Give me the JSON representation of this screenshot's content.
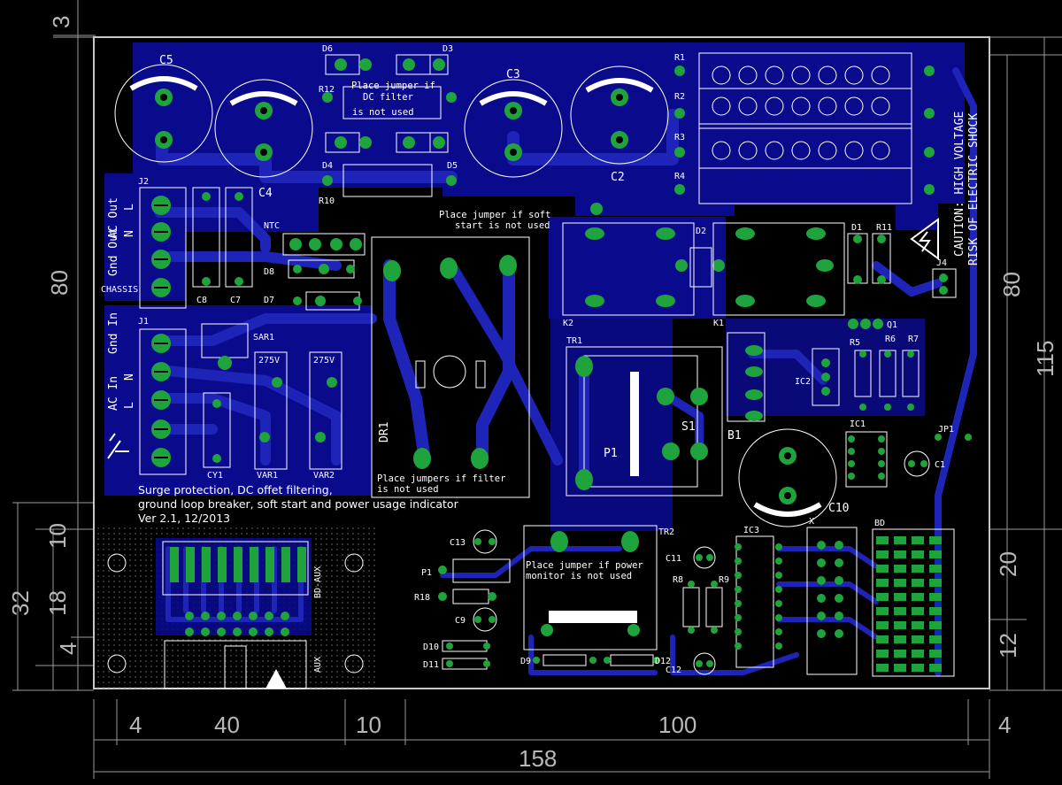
{
  "colors": {
    "background": "#000000",
    "board_outline": "#c8c8c8",
    "copper_fill": "#0a0a8c",
    "trace": "#1f24b8",
    "pad": "#1fa33c",
    "silkscreen": "#ffffff",
    "dimension": "#a0a0a0"
  },
  "dimensions": {
    "top_left": "3",
    "left_upper": "80",
    "right_upper": "80",
    "right_total": "115",
    "left_10": "10",
    "left_32": "32",
    "left_18": "18",
    "left_4": "4",
    "right_20": "20",
    "right_12": "12",
    "bottom_4_left": "4",
    "bottom_40": "40",
    "bottom_10": "10",
    "bottom_100": "100",
    "bottom_4_right": "4",
    "bottom_total": "158"
  },
  "capacitors": {
    "c5": "C5",
    "c4": "C4",
    "c3": "C3",
    "c2": "C2",
    "c10": "C10",
    "c8": "C8",
    "c7": "C7",
    "c13": "C13",
    "c9": "C9",
    "c11": "C11",
    "c12": "C12",
    "c1": "C1",
    "cy1": "CY1"
  },
  "diodes": {
    "d6": "D6",
    "d3": "D3",
    "d4": "D4",
    "d5": "D5",
    "d8": "D8",
    "d7": "D7",
    "d2": "D2",
    "d1": "D1",
    "d10": "D10",
    "d11": "D11",
    "d9": "D9",
    "d12": "D12"
  },
  "resistors": {
    "r12": "R12",
    "r10": "R10",
    "r1": "R1",
    "r2": "R2",
    "r3": "R3",
    "r4": "R4",
    "r11": "R11",
    "r5": "R5",
    "r6": "R6",
    "r7": "R7",
    "r8": "R8",
    "r9": "R9",
    "r18": "R18"
  },
  "connectors": {
    "j2": "J2",
    "j1": "J1",
    "j4": "J4",
    "jp1": "JP1",
    "p1_left": "P1",
    "x": "X",
    "bd": "BD",
    "bd_aux": "BD-AUX",
    "aux": "AUX",
    "chassis": "CHASSIS"
  },
  "j2_labels": {
    "ac_out": "AC Out",
    "n": "N",
    "l": "L",
    "gnd_out": "Gnd Out"
  },
  "j1_labels": {
    "gnd_in": "Gnd In",
    "ac_in": "AC In",
    "n": "N",
    "l": "L"
  },
  "parts": {
    "ntc": "NTC",
    "sar1": "SAR1",
    "var1": "VAR1",
    "var2": "VAR2",
    "v275_1": "275V",
    "v275_2": "275V",
    "dr1": "DR1",
    "k1": "K1",
    "k2": "K2",
    "tr1": "TR1",
    "tr2": "TR2",
    "p1": "P1",
    "s1": "S1",
    "b1": "B1",
    "ic1": "IC1",
    "ic2": "IC2",
    "ic3": "IC3",
    "q1": "Q1"
  },
  "notes": {
    "dc_filter_1": "Place jumper if",
    "dc_filter_2": "DC filter",
    "dc_filter_3": "is not used",
    "soft_start_1": "Place jumper if soft",
    "soft_start_2": "start is not used",
    "filter_jumpers_1": "Place jumpers if filter",
    "filter_jumpers_2": "is not used",
    "power_monitor_1": "Place jumper if power",
    "power_monitor_2": "monitor is not used",
    "caution_1": "CAUTION: HIGH VOLTAGE",
    "caution_2": "RISK OF ELECTRIC SHOCK"
  },
  "caption": {
    "line1": "Surge protection, DC offet filtering,",
    "line2": "ground loop breaker, soft start and power usage indicator",
    "line3": "Ver 2.1, 12/2013"
  }
}
